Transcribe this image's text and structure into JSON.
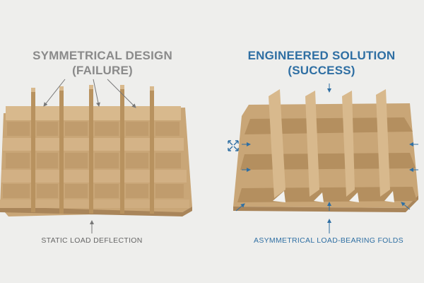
{
  "left_panel": {
    "title_line1": "SYMMETRICAL DESIGN",
    "title_line2": "(FAILURE)",
    "caption": "STATIC LOAD DEFLECTION"
  },
  "right_panel": {
    "title_line1": "ENGINEERED SOLUTION",
    "title_line2": "(SUCCESS)",
    "caption": "ASYMMETRICAL LOAD-BEARING FOLDS"
  },
  "colors": {
    "background": "#eeeeec",
    "cardboard": "#c9a677",
    "cardboard_dark": "#a9855a",
    "cardboard_light": "#d8b98d",
    "failure_text": "#8a8a8a",
    "success_text": "#2f6fa3"
  },
  "icons": {
    "expand": "expand-arrows-icon"
  }
}
